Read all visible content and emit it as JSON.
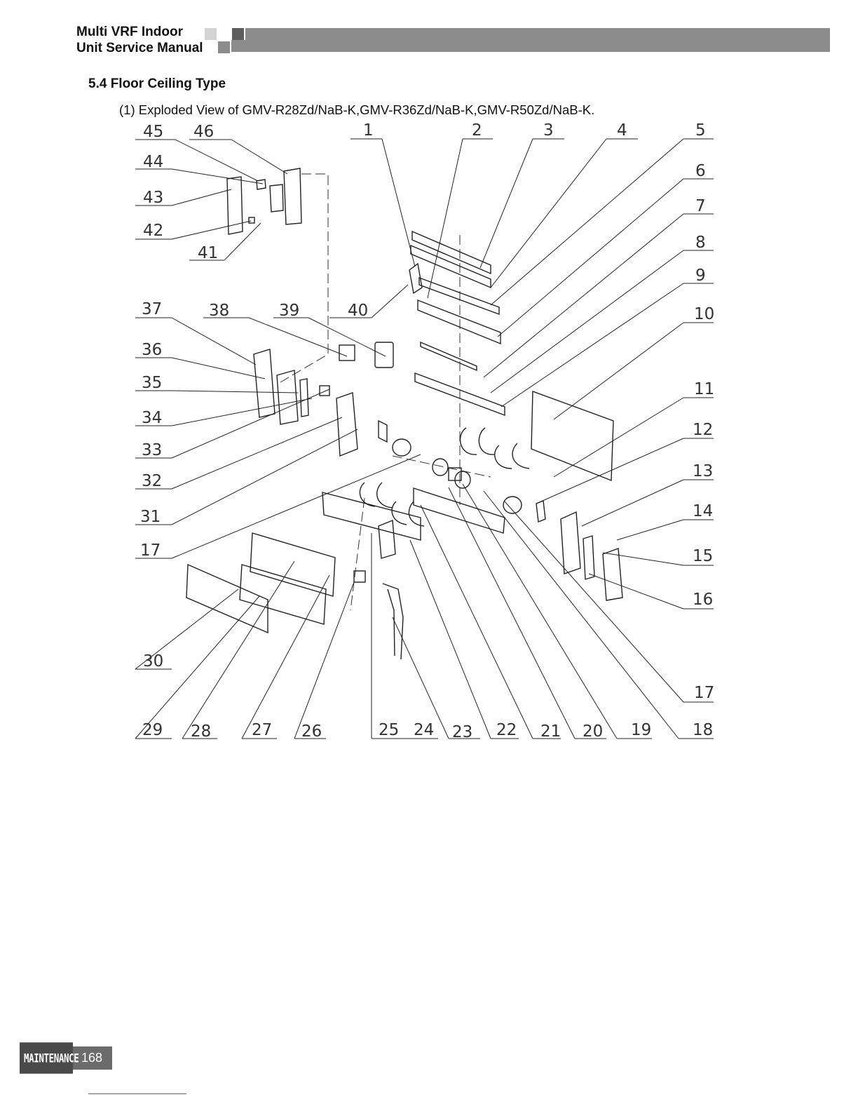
{
  "header": {
    "line1": "Multi VRF Indoor",
    "line2": "Unit Service Manual"
  },
  "section": {
    "title": "5.4 Floor Ceiling Type",
    "caption": "(1) Exploded View of GMV-R28Zd/NaB-K,GMV-R36Zd/NaB-K,GMV-R50Zd/NaB-K."
  },
  "callouts": {
    "n1": "1",
    "n2": "2",
    "n3": "3",
    "n4": "4",
    "n5": "5",
    "n6": "6",
    "n7": "7",
    "n8": "8",
    "n9": "9",
    "n10": "10",
    "n11": "11",
    "n12": "12",
    "n13": "13",
    "n14": "14",
    "n15": "15",
    "n16": "16",
    "n17a": "17",
    "n17b": "17",
    "n18": "18",
    "n19": "19",
    "n20": "20",
    "n21": "21",
    "n22": "22",
    "n23": "23",
    "n24": "24",
    "n25": "25",
    "n26": "26",
    "n27": "27",
    "n28": "28",
    "n29": "29",
    "n30": "30",
    "n31": "31",
    "n32": "32",
    "n33": "33",
    "n34": "34",
    "n35": "35",
    "n36": "36",
    "n37": "37",
    "n38": "38",
    "n39": "39",
    "n40": "40",
    "n41": "41",
    "n42": "42",
    "n43": "43",
    "n44": "44",
    "n45": "45",
    "n46": "46"
  },
  "footer": {
    "section_label": "MAINTENANCE",
    "page_number": "168"
  }
}
